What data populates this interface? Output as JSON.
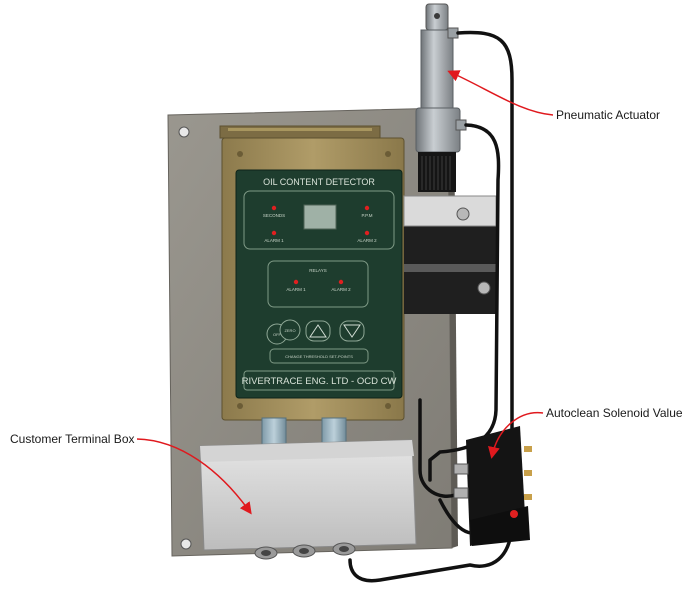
{
  "detector": {
    "panel_title": "OIL CONTENT DETECTOR",
    "indicator_labels": [
      "SECONDS",
      "P.P.M",
      "ALARM 1",
      "ALARM 2"
    ],
    "relay_label": "RELAYS",
    "relay_indicators": [
      "ALARM 1",
      "ALARM 2"
    ],
    "buttons": [
      "OFF",
      "ZERO",
      "UP",
      "DOWN"
    ],
    "instruction_strip": "CHANGE THRESHOLD SET-POINTS",
    "maker_label": "RIVERTRACE ENG. LTD - OCD CW"
  },
  "callouts": {
    "actuator": "Pneumatic Actuator",
    "solenoid": "Autoclean Solenoid Value",
    "terminal_box": "Customer Terminal Box"
  },
  "colors": {
    "panel_green": "#1e3d2e",
    "enclosure_tan": "#a08c5a",
    "backplate_gray": "#8d8a83",
    "arrow_red": "#e0191e",
    "led_red": "#e02020"
  }
}
